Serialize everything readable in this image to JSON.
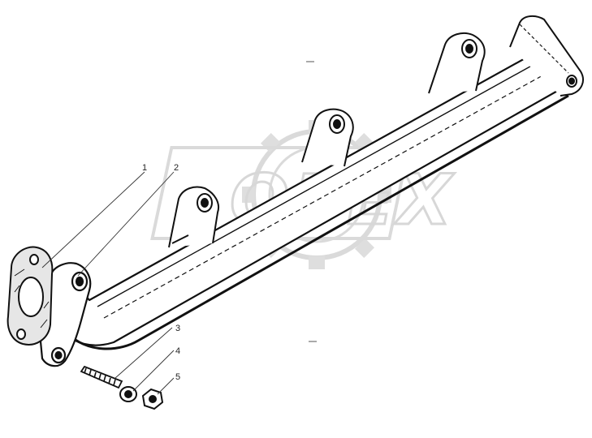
{
  "watermark": {
    "text": "OPEX"
  },
  "callouts": [
    {
      "id": "1",
      "label": "1"
    },
    {
      "id": "2",
      "label": "2"
    },
    {
      "id": "3",
      "label": "3"
    },
    {
      "id": "4",
      "label": "4"
    },
    {
      "id": "5",
      "label": "5"
    }
  ],
  "colors": {
    "ink": "#111111",
    "watermark": "#c8c8c8",
    "paper": "#ffffff"
  }
}
